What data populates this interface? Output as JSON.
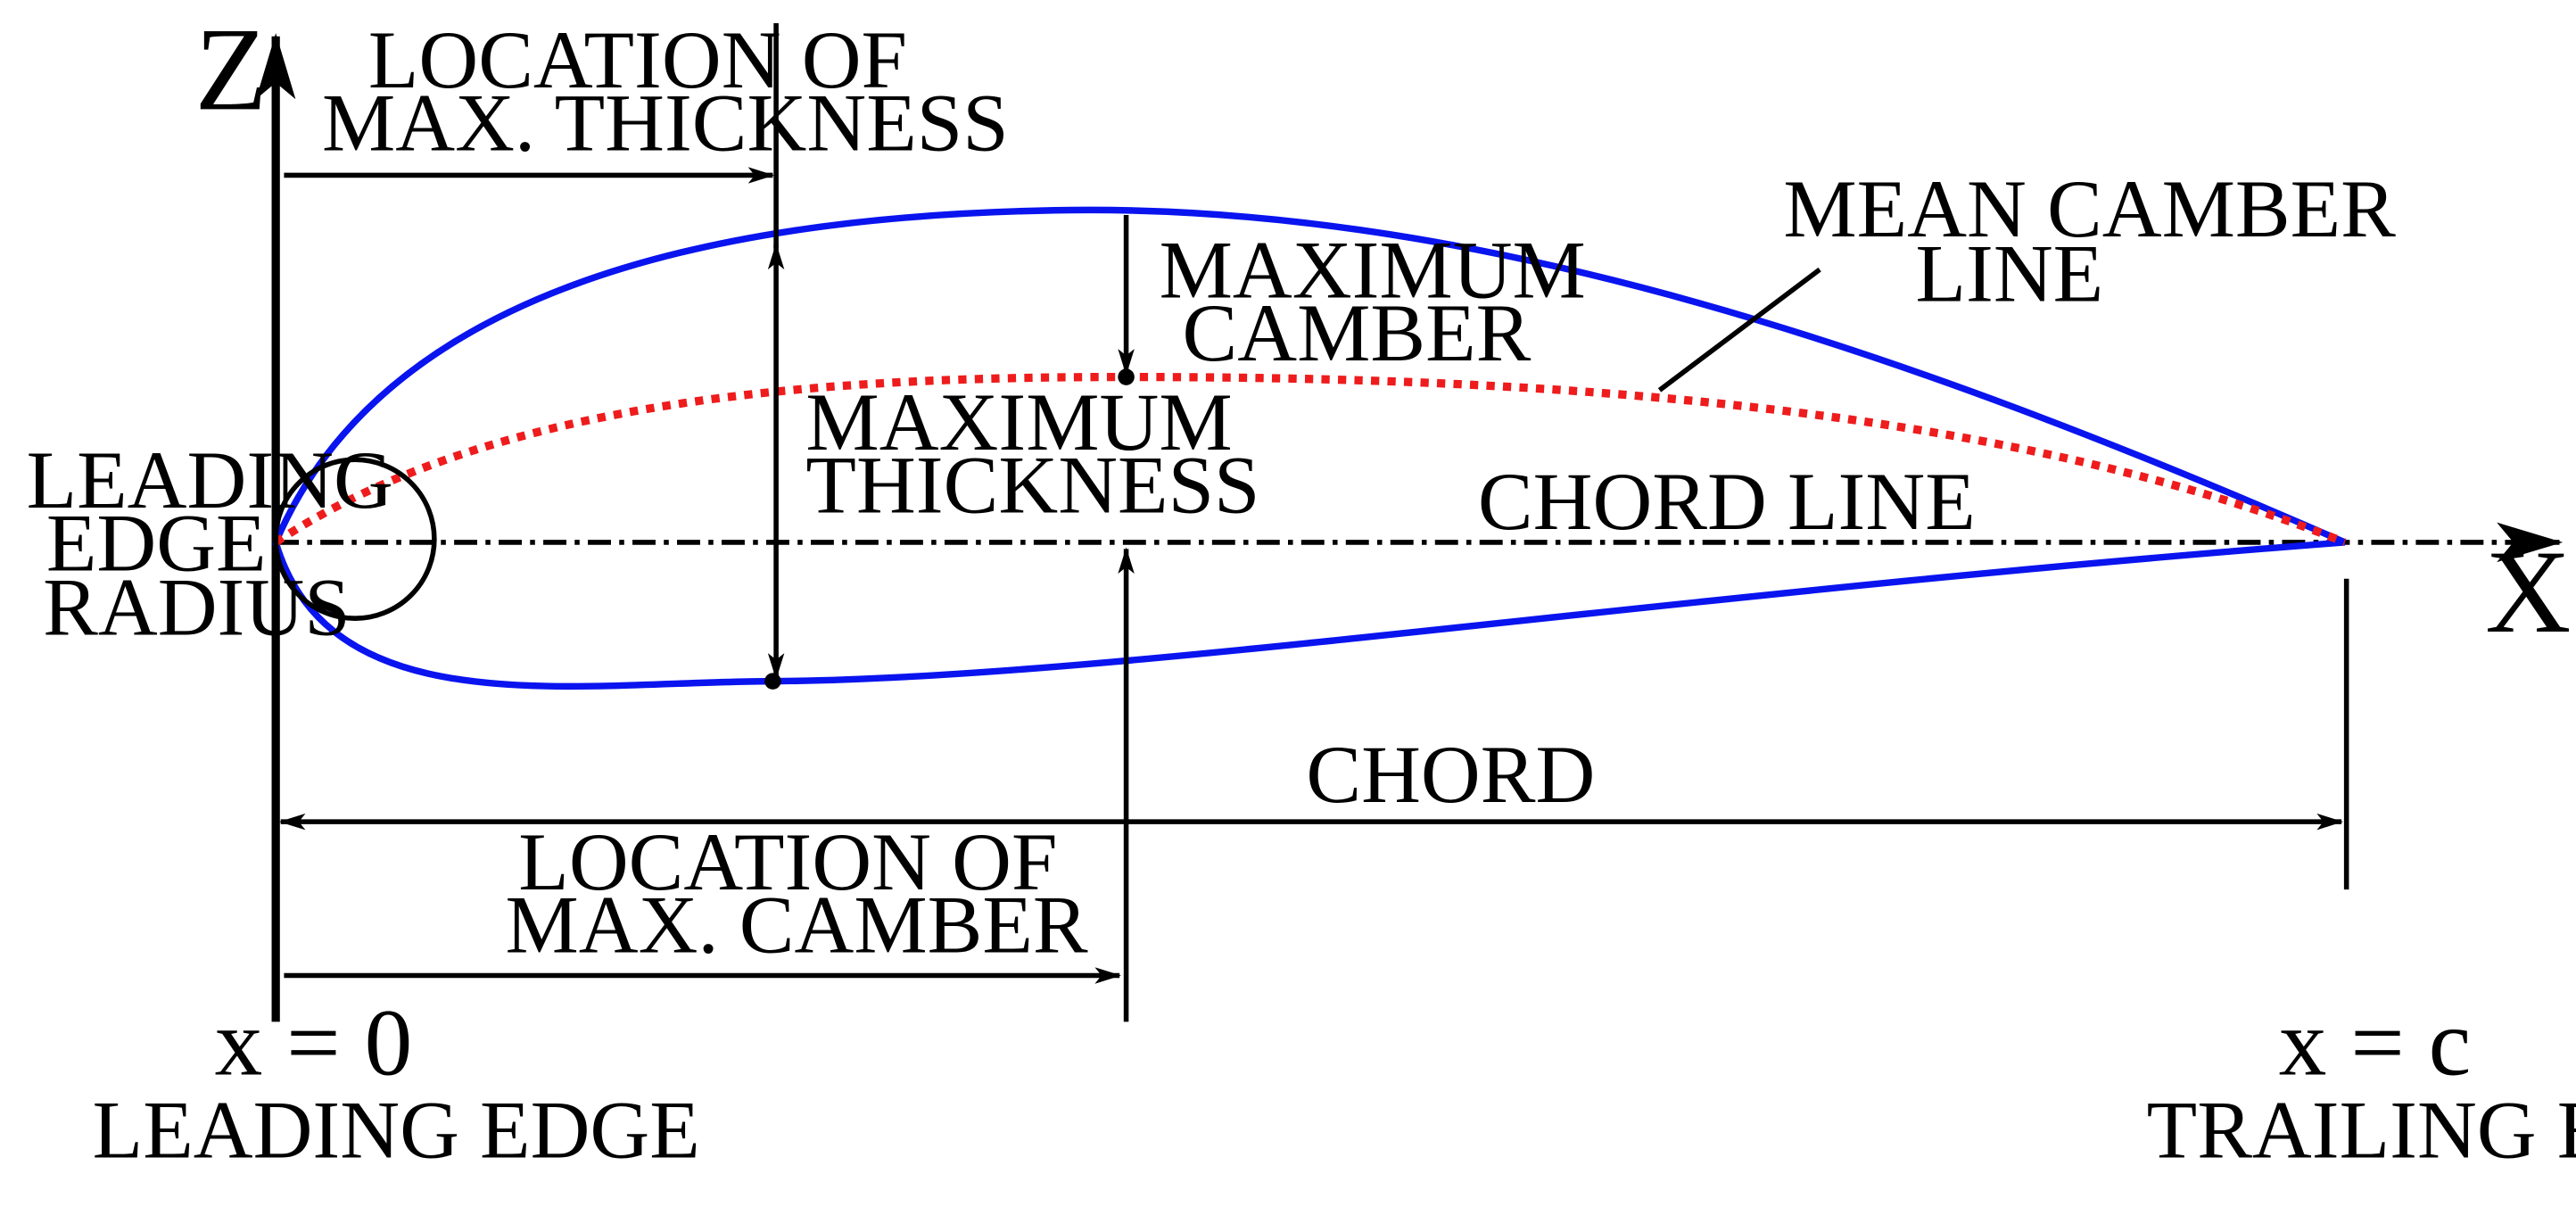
{
  "colors": {
    "airfoil": "#0a14ee",
    "camber_line": "#ee1c1c",
    "ink": "#000000"
  },
  "labels": {
    "axis_z": "Z",
    "axis_x": "X",
    "loc_max_thickness_1": "LOCATION OF",
    "loc_max_thickness_2": "MAX. THICKNESS",
    "max_camber_1": "MAXIMUM",
    "max_camber_2": "CAMBER",
    "mean_camber_1": "MEAN CAMBER",
    "mean_camber_2": "LINE",
    "max_thickness_1": "MAXIMUM",
    "max_thickness_2": "THICKNESS",
    "chord_line": "CHORD LINE",
    "le_radius_1": "LEADING",
    "le_radius_2": "EDGE",
    "le_radius_3": "RADIUS",
    "chord": "CHORD",
    "loc_max_camber_1": "LOCATION OF",
    "loc_max_camber_2": "MAX. CAMBER",
    "x_zero": "x = 0",
    "x_c": "x = c",
    "leading_edge": "LEADING EDGE",
    "trailing_edge": "TRAILING EDGE"
  }
}
